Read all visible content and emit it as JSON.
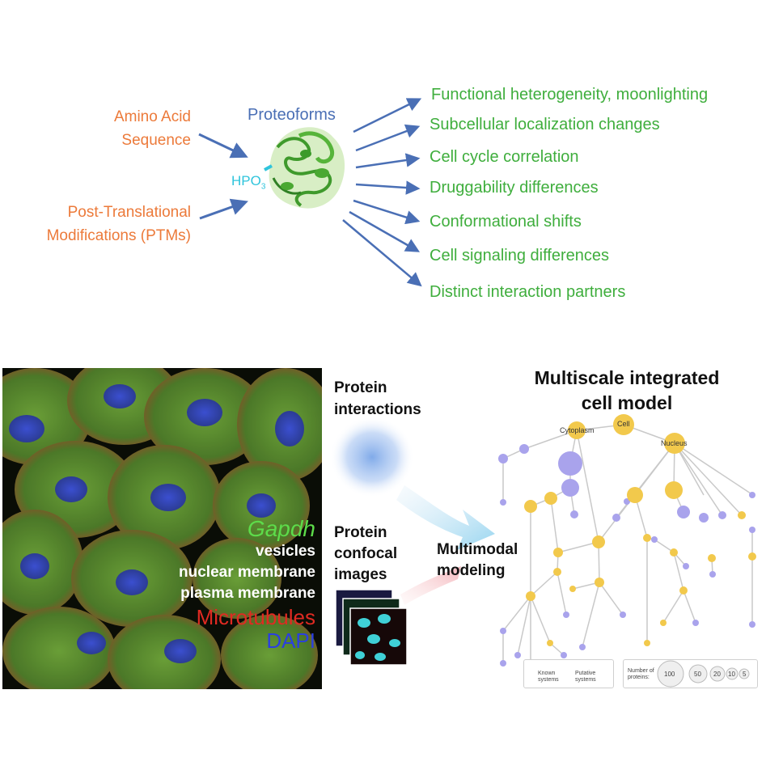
{
  "top": {
    "input_amino": [
      "Amino Acid",
      "Sequence"
    ],
    "input_ptm": [
      "Post-Translational",
      "Modifications (PTMs)"
    ],
    "proteoforms_label": "Proteoforms",
    "hpo3_label": "HPO",
    "hpo3_sub": "3",
    "outcomes": [
      "Functional heterogeneity, moonlighting",
      "Subcellular localization changes",
      "Cell cycle correlation",
      "Druggability differences",
      "Conformational shifts",
      "Cell signaling differences",
      "Distinct interaction partners"
    ],
    "colors": {
      "orange": "#ec7a3a",
      "green": "#3fae3d",
      "blue": "#4a6fb5",
      "cyan": "#2fc4dc"
    }
  },
  "micrograph": {
    "gene": "Gapdh",
    "labels": [
      "vesicles",
      "nuclear membrane",
      "plasma membrane"
    ],
    "microtubules": "Microtubules",
    "dapi": "DAPI",
    "colors": {
      "gene": "#5ddc4a",
      "microtubules": "#e02a22",
      "dapi": "#2b3fe0"
    }
  },
  "middle": {
    "protein_interactions": [
      "Protein",
      "interactions"
    ],
    "protein_confocal": [
      "Protein",
      "confocal",
      "images"
    ],
    "multimodal": [
      "Multimodal",
      "modeling"
    ]
  },
  "model": {
    "title": [
      "Multiscale integrated",
      "cell model"
    ],
    "node_labels": {
      "cytoplasm": "Cytoplasm",
      "cell": "Cell",
      "nucleus": "Nucleus"
    },
    "legend": {
      "known": [
        "Known",
        "systems"
      ],
      "putative": [
        "Putative",
        "systems"
      ],
      "number_label": [
        "Number of",
        "proteins:"
      ],
      "sizes": [
        "100",
        "50",
        "20",
        "10",
        "5"
      ]
    },
    "colors": {
      "known": "#f2c94c",
      "putative": "#a9a3ec",
      "edge": "#c9c9c9"
    }
  }
}
